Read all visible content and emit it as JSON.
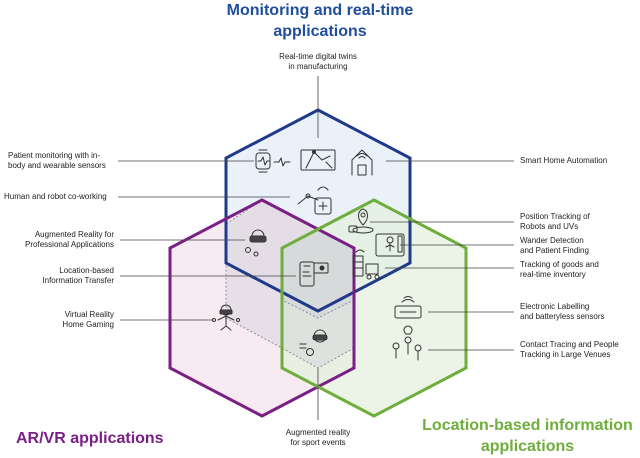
{
  "titles": {
    "monitoring": {
      "line1": "Monitoring and real-time",
      "line2": "applications"
    },
    "arvr": "AR/VR applications",
    "location": {
      "line1": "Location-based information",
      "line2": "applications"
    }
  },
  "labels": {
    "realtime_twins": {
      "line1": "Real-time digital twins",
      "line2": "in manufacturing"
    },
    "patient_monitoring": {
      "line1": "Patient monitoring with in-",
      "line2": "body and wearable sensors"
    },
    "human_robot": "Human and robot co-working",
    "smart_home": "Smart Home Automation",
    "ar_professional": {
      "line1": "Augmented Reality for",
      "line2": "Professional Applications"
    },
    "location_transfer": {
      "line1": "Location-based",
      "line2": "Information Transfer"
    },
    "vr_gaming": {
      "line1": "Virtual Reality",
      "line2": "Home Gaming"
    },
    "position_tracking": {
      "line1": "Position Tracking of",
      "line2": "Robots and UVs"
    },
    "wander_detection": {
      "line1": "Wander Detection",
      "line2": "and Patient Finding"
    },
    "goods_tracking": {
      "line1": "Tracking of goods and",
      "line2": "real-time inventory"
    },
    "electronic_labelling": {
      "line1": "Electronic Labelling",
      "line2": "and batteryless sensors"
    },
    "contact_tracing": {
      "line1": "Contact Tracing and People",
      "line2": "Tracking in Large Venues"
    },
    "ar_sport": {
      "line1": "Augmented reality",
      "line2": "for sport events"
    }
  },
  "colors": {
    "monitoring": "#1f3a8a",
    "arvr": "#7a1f86",
    "location": "#6fad3c",
    "title_blue": "#1f4e9a",
    "title_purple": "#7a1f86",
    "title_green": "#6fad3c",
    "fill_blue": "#e5edf7",
    "fill_pink": "#f6e3ec",
    "fill_green": "#e4f0de",
    "fill_dotted": "#c9cbd3"
  },
  "icons": [
    "factory-robot-icon",
    "smartwatch-icon",
    "smart-home-icon",
    "robot-arm-icon",
    "ar-headset-icon",
    "phone-location-icon",
    "vr-gamer-icon",
    "map-pin-icon",
    "patient-finding-icon",
    "inventory-icon",
    "rfid-tag-icon",
    "people-tracking-icon",
    "sport-ar-icon"
  ]
}
